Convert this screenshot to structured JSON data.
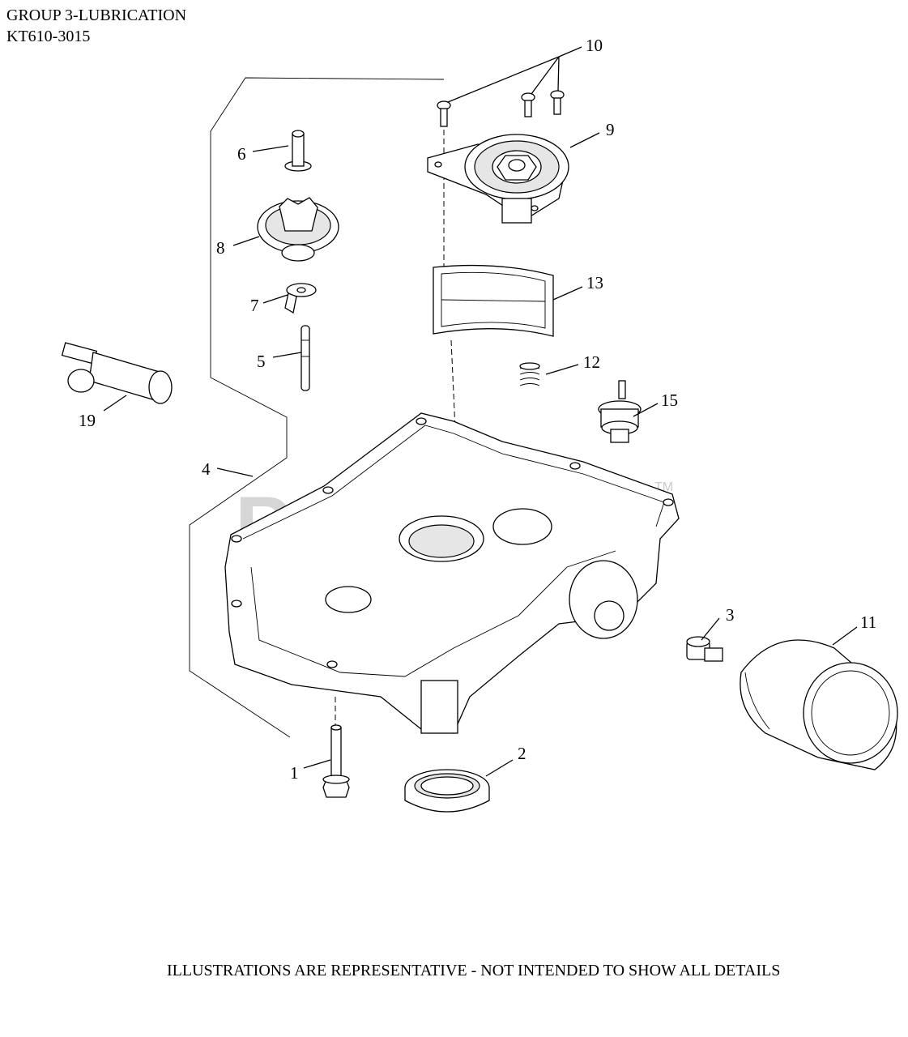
{
  "header": {
    "group": "GROUP 3-LUBRICATION",
    "model": "KT610-3015"
  },
  "footer": {
    "note": "ILLUSTRATIONS ARE REPRESENTATIVE - NOT INTENDED TO SHOW ALL DETAILS"
  },
  "watermark": {
    "text": "PartsTree",
    "tm": "TM"
  },
  "callouts": {
    "c1": "1",
    "c2": "2",
    "c3": "3",
    "c4": "4",
    "c5": "5",
    "c6": "6",
    "c7": "7",
    "c8": "8",
    "c9": "9",
    "c10": "10",
    "c11": "11",
    "c12": "12",
    "c13": "13",
    "c15": "15",
    "c19": "19"
  }
}
